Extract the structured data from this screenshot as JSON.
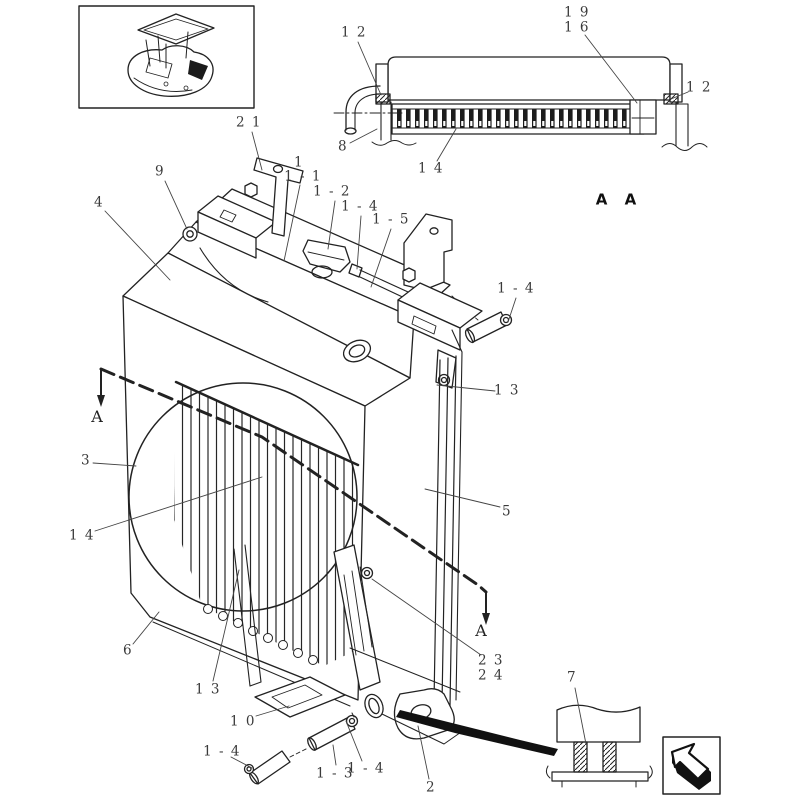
{
  "page": {
    "background": "#ffffff",
    "line_color": "#222222",
    "label_color": "#3a3a3a"
  },
  "callouts": [
    "1 2",
    "1 9",
    "1 6",
    "1 2",
    "8",
    "1 4",
    "A A",
    "2 1",
    "9",
    "4",
    "1",
    "1 - 1",
    "1 - 2",
    "1 - 4",
    "1 - 5",
    "1 - 4",
    "1 3",
    "3",
    "1 4",
    "A",
    "A",
    "6",
    "1 3",
    "1 0",
    "1 - 4",
    "1 - 3",
    "1 - 4",
    "5",
    "2 3",
    "2 4",
    "2",
    "7"
  ]
}
